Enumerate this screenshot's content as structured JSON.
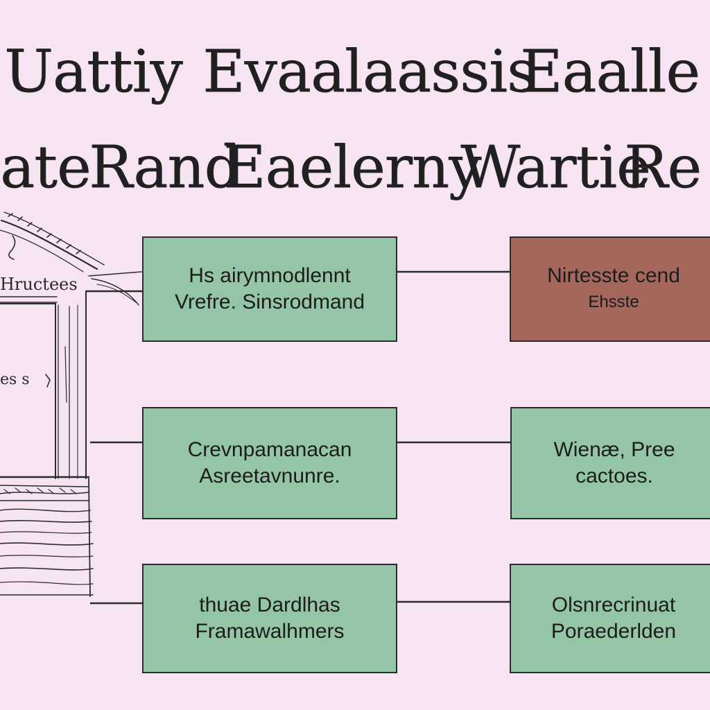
{
  "title": {
    "line1": [
      "Uattiy",
      "Evaalaassis",
      "Eaalle"
    ],
    "line2": [
      "ate",
      "Rand",
      "Eaelerny",
      "Wartie",
      "Re"
    ]
  },
  "house_sketch": {
    "label_top": "Hructees",
    "label_mid": "es  s"
  },
  "boxes": {
    "left_1": {
      "line1": "Hs airymnodlennt",
      "line2": "Vrefre. Sinsrodmand"
    },
    "right_1": {
      "line1": "Nirtesste cend",
      "line2": "Ehsste"
    },
    "left_2": {
      "line1": "Crevnpamanacan",
      "line2": "Asreetavnunre."
    },
    "right_2": {
      "line1": "Wienæ, Pree",
      "line2": "cactoes."
    },
    "left_3": {
      "line1": "thuae Dardlhas",
      "line2": "Framawalhmers"
    },
    "right_3": {
      "line1": "Olsnrecrinuat",
      "line2": "Poraederlden"
    }
  },
  "colors": {
    "background": "#f6e4f2",
    "box_green": "#93c5a6",
    "box_rust": "#a5675c",
    "ink": "#1c1c1c"
  }
}
